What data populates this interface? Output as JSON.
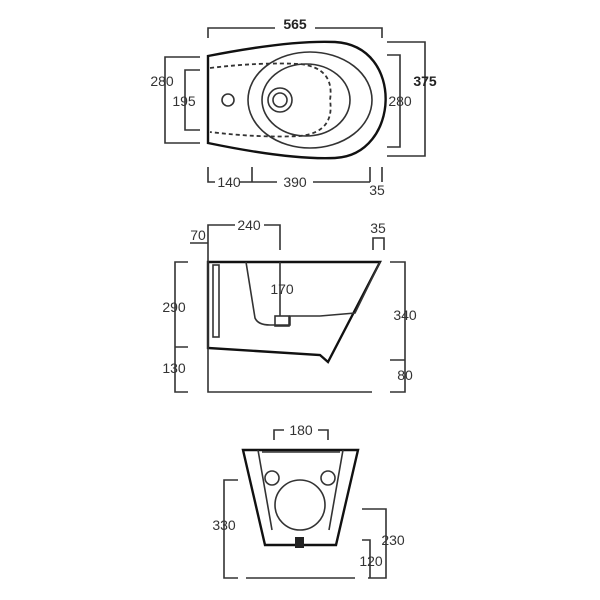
{
  "top_view": {
    "width_total": "565",
    "depth_outer": "375",
    "right_280": "280",
    "left_280": "280",
    "left_195": "195",
    "dim_140": "140",
    "dim_390": "390",
    "dim_35": "35"
  },
  "side_view": {
    "dim_70": "70",
    "dim_240": "240",
    "dim_35": "35",
    "dim_170": "170",
    "dim_290": "290",
    "dim_130": "130",
    "dim_340": "340",
    "dim_80": "80"
  },
  "front_view": {
    "dim_180": "180",
    "dim_330": "330",
    "dim_230": "230",
    "dim_120": "120"
  }
}
